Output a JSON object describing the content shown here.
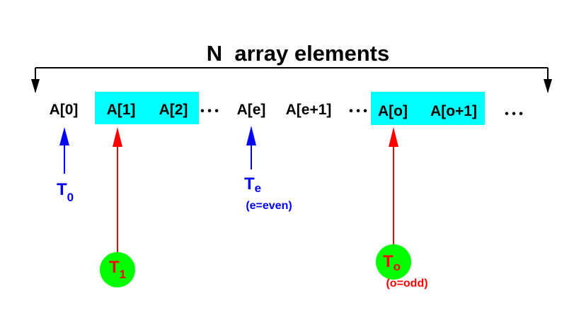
{
  "title": "N  array elements",
  "elements": {
    "a0": "A[0]",
    "a1": "A[1]",
    "a2": "A[2]",
    "dots1": "• • •",
    "ae": "A[e]",
    "ae1": "A[e+1]",
    "dots2": "• • •",
    "ao": "A[o]",
    "ao1": "A[o+1]",
    "dots3": "• • •"
  },
  "threads": {
    "t0": {
      "base": "T",
      "sub": "0"
    },
    "te": {
      "base": "T",
      "sub": "e",
      "note": "(e=even)"
    },
    "t1": {
      "base": "T",
      "sub": "1"
    },
    "to": {
      "base": "T",
      "sub": "o",
      "note": "(o=odd)"
    }
  },
  "colors": {
    "highlight": "#00ffff",
    "even": "#0000ff",
    "odd": "#ff0000",
    "node": "#00ff00",
    "text": "#000000"
  }
}
